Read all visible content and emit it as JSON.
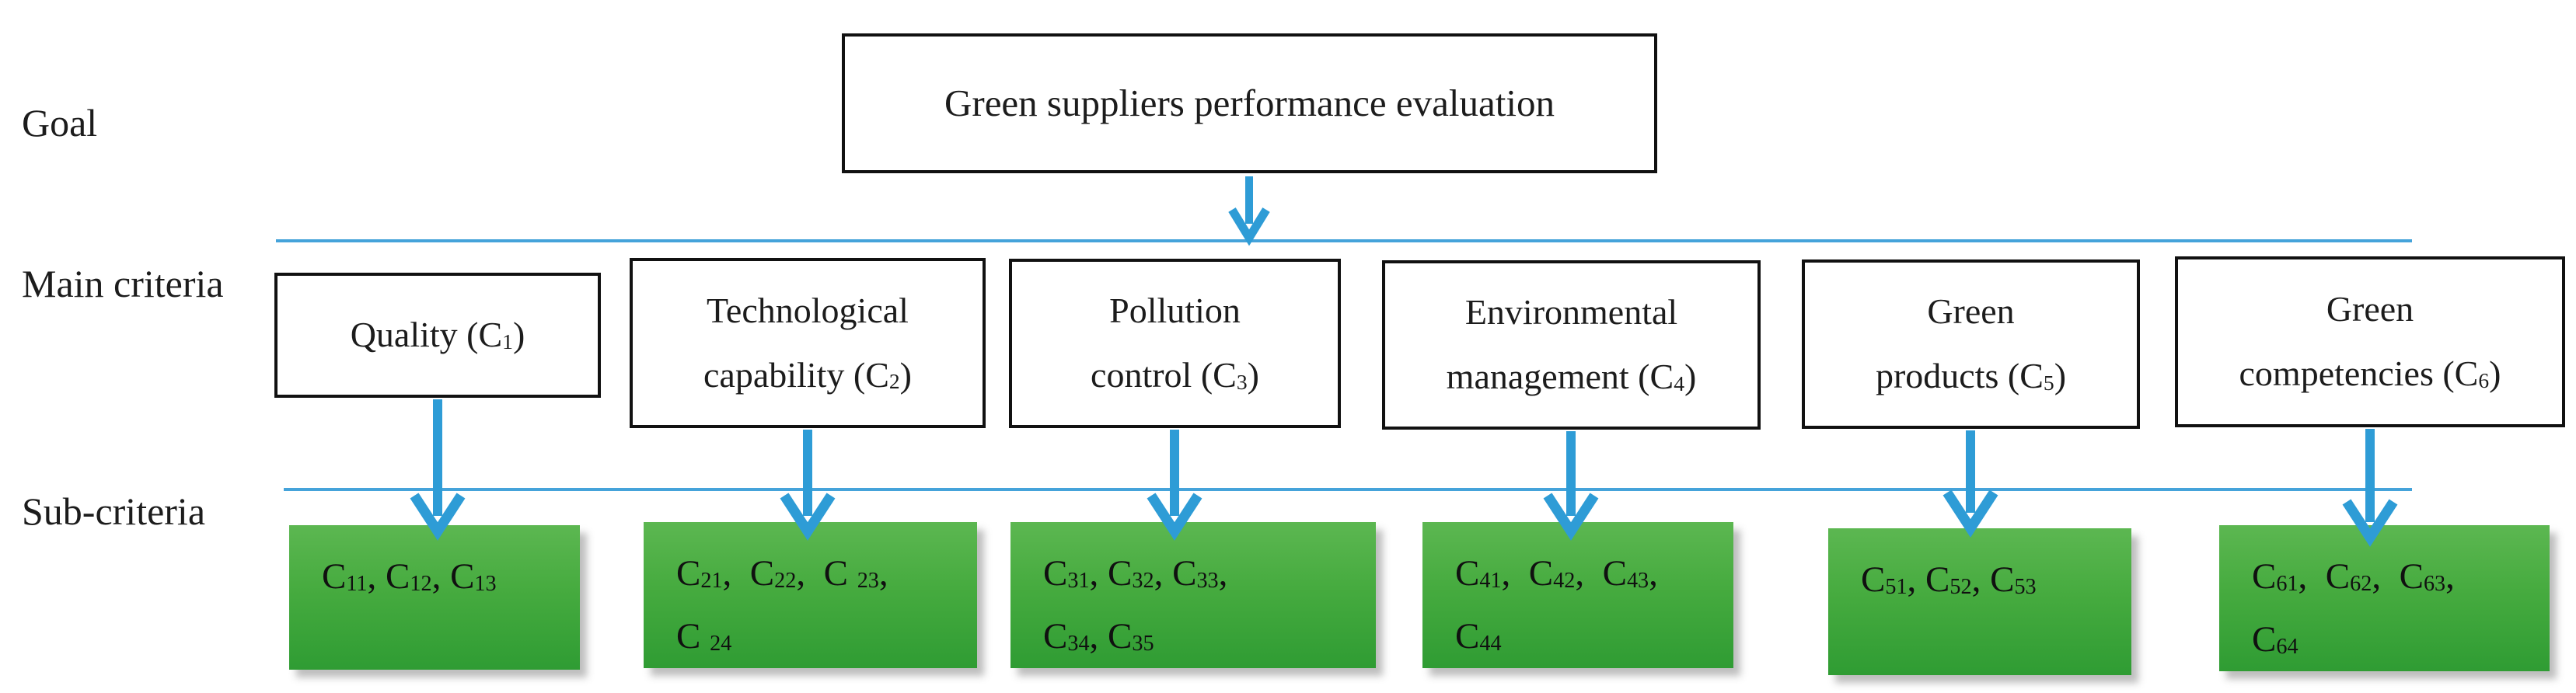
{
  "colors": {
    "accent_blue": "#2e9cd6",
    "line_blue": "#45a3da",
    "green_top": "#5cb751",
    "green_bottom": "#2f9c33",
    "box_border": "#111111",
    "text_color": "#1c1c1c",
    "bg": "#ffffff"
  },
  "labels": {
    "goal": "Goal",
    "main": "Main criteria",
    "sub": "Sub-criteria"
  },
  "goal": {
    "text": "Green suppliers performance evaluation"
  },
  "main_criteria": [
    {
      "id": "C1",
      "label_plain": "Quality (C1)",
      "lines": [
        [
          {
            "t": "Quality (C"
          },
          {
            "t": "1",
            "sub": true
          },
          {
            "t": ")"
          }
        ]
      ]
    },
    {
      "id": "C2",
      "label_plain": "Technological capability (C2)",
      "lines": [
        [
          {
            "t": "Technological"
          }
        ],
        [
          {
            "t": "capability (C"
          },
          {
            "t": "2",
            "sub": true
          },
          {
            "t": ")"
          }
        ]
      ]
    },
    {
      "id": "C3",
      "label_plain": "Pollution control (C3)",
      "lines": [
        [
          {
            "t": "Pollution"
          }
        ],
        [
          {
            "t": "control (C"
          },
          {
            "t": "3",
            "sub": true
          },
          {
            "t": ")"
          }
        ]
      ]
    },
    {
      "id": "C4",
      "label_plain": "Environmental management (C4)",
      "lines": [
        [
          {
            "t": "Environmental"
          }
        ],
        [
          {
            "t": "management (C"
          },
          {
            "t": "4",
            "sub": true
          },
          {
            "t": ")"
          }
        ]
      ]
    },
    {
      "id": "C5",
      "label_plain": "Green products (C5)",
      "lines": [
        [
          {
            "t": "Green"
          }
        ],
        [
          {
            "t": "products (C"
          },
          {
            "t": "5",
            "sub": true
          },
          {
            "t": ")"
          }
        ]
      ]
    },
    {
      "id": "C6",
      "label_plain": "Green competencies (C6)",
      "lines": [
        [
          {
            "t": "Green"
          }
        ],
        [
          {
            "t": "competencies (C"
          },
          {
            "t": "6",
            "sub": true
          },
          {
            "t": ")"
          }
        ]
      ]
    }
  ],
  "sub_criteria": [
    {
      "of": "C1",
      "label_plain": "C11, C12, C13",
      "lines": [
        [
          {
            "t": "C"
          },
          {
            "t": "11",
            "sub": true
          },
          {
            "t": ", C"
          },
          {
            "t": "12",
            "sub": true
          },
          {
            "t": ", C"
          },
          {
            "t": "13",
            "sub": true
          }
        ]
      ]
    },
    {
      "of": "C2",
      "label_plain": "C21, C22, C23, C24",
      "lines": [
        [
          {
            "t": "C"
          },
          {
            "t": "21",
            "sub": true
          },
          {
            "t": ",  C"
          },
          {
            "t": "22",
            "sub": true
          },
          {
            "t": ",  C "
          },
          {
            "t": "23",
            "sub": true
          },
          {
            "t": ","
          }
        ],
        [
          {
            "t": "C "
          },
          {
            "t": "24",
            "sub": true
          }
        ]
      ]
    },
    {
      "of": "C3",
      "label_plain": "C31, C32, C33, C34, C35",
      "lines": [
        [
          {
            "t": "C"
          },
          {
            "t": "31",
            "sub": true
          },
          {
            "t": ", C"
          },
          {
            "t": "32",
            "sub": true
          },
          {
            "t": ", C"
          },
          {
            "t": "33",
            "sub": true
          },
          {
            "t": ","
          }
        ],
        [
          {
            "t": "C"
          },
          {
            "t": "34",
            "sub": true
          },
          {
            "t": ", C"
          },
          {
            "t": "35",
            "sub": true
          }
        ]
      ]
    },
    {
      "of": "C4",
      "label_plain": "C41, C42, C43, C44",
      "lines": [
        [
          {
            "t": "C"
          },
          {
            "t": "41",
            "sub": true
          },
          {
            "t": ",  C"
          },
          {
            "t": "42",
            "sub": true
          },
          {
            "t": ",  C"
          },
          {
            "t": "43",
            "sub": true
          },
          {
            "t": ","
          }
        ],
        [
          {
            "t": "C"
          },
          {
            "t": "44",
            "sub": true
          }
        ]
      ]
    },
    {
      "of": "C5",
      "label_plain": "C51, C52, C53",
      "lines": [
        [
          {
            "t": "C"
          },
          {
            "t": "51",
            "sub": true
          },
          {
            "t": ", C"
          },
          {
            "t": "52",
            "sub": true
          },
          {
            "t": ", C"
          },
          {
            "t": "53",
            "sub": true
          }
        ]
      ]
    },
    {
      "of": "C6",
      "label_plain": "C61, C62, C63, C64",
      "lines": [
        [
          {
            "t": "C"
          },
          {
            "t": "61",
            "sub": true
          },
          {
            "t": ",  C"
          },
          {
            "t": "62",
            "sub": true
          },
          {
            "t": ",  C"
          },
          {
            "t": "63",
            "sub": true
          },
          {
            "t": ","
          }
        ],
        [
          {
            "t": "C"
          },
          {
            "t": "64",
            "sub": true
          }
        ]
      ]
    }
  ]
}
